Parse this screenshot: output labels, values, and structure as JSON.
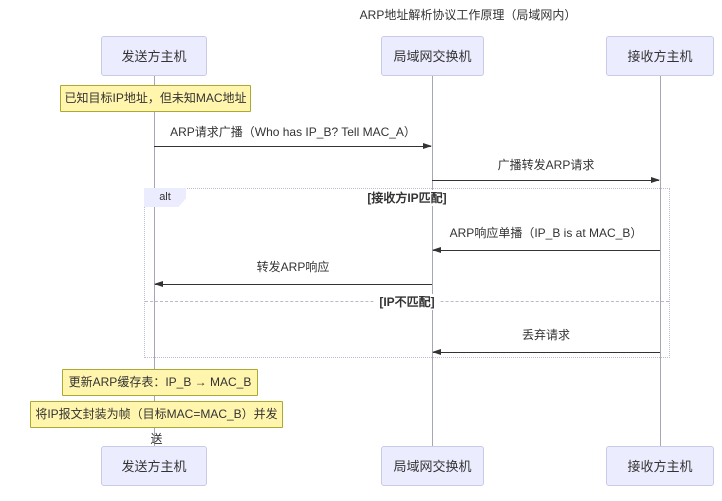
{
  "title": "ARP地址解析协议工作原理（局域网内）",
  "participants": [
    {
      "id": "sender",
      "label": "发送方主机"
    },
    {
      "id": "switch",
      "label": "局域网交换机"
    },
    {
      "id": "receiver",
      "label": "接收方主机"
    }
  ],
  "messages": [
    {
      "label": "ARP请求广播（Who has IP_B? Tell MAC_A）",
      "from": "sender",
      "to": "switch",
      "style": "solid"
    },
    {
      "label": "广播转发ARP请求",
      "from": "switch",
      "to": "receiver",
      "style": "solid"
    },
    {
      "label": "ARP响应单播（IP_B is at MAC_B）",
      "from": "receiver",
      "to": "switch",
      "style": "solid"
    },
    {
      "label": "转发ARP响应",
      "from": "switch",
      "to": "sender",
      "style": "solid"
    },
    {
      "label": "丢弃请求",
      "from": "receiver",
      "to": "switch",
      "style": "solid"
    }
  ],
  "notes": [
    {
      "text": "已知目标IP地址，但未知MAC地址",
      "over": "sender"
    },
    {
      "text": "更新ARP缓存表：IP_B → MAC_B",
      "over": "sender"
    },
    {
      "text": "将IP报文封装为帧（目标MAC=MAC_B）并发送",
      "over": "sender"
    }
  ],
  "alt": {
    "label": "alt",
    "conditions": [
      "[接收方IP匹配]",
      "[IP不匹配]"
    ]
  },
  "colors": {
    "actor_fill": "#ECECFF",
    "actor_border": "#c9c9e8",
    "note_fill": "#fff5ad",
    "note_border": "#aaaa33",
    "arrow": "#333333",
    "lifeline": "#a6a6b5",
    "frame_border": "#bcbcd6",
    "background": "#ffffff"
  }
}
